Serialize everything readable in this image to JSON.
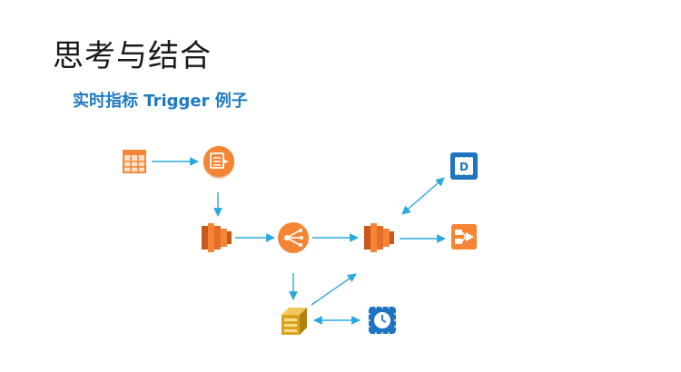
{
  "slide": {
    "title": "思考与结合",
    "subtitle": "实时指标 Trigger 例子"
  },
  "diagram": {
    "colors": {
      "arrow": "#29a8e0",
      "orange": "#f58534",
      "orange_dark": "#c9581c",
      "blue": "#1c74c2",
      "gold": "#d9a21f"
    },
    "nodes": [
      {
        "id": "table",
        "icon": "table-grid-icon"
      },
      {
        "id": "stream",
        "icon": "data-stream-icon"
      },
      {
        "id": "lambda1",
        "icon": "lambda-function-icon"
      },
      {
        "id": "fanout",
        "icon": "fanout-router-icon"
      },
      {
        "id": "lambda2",
        "icon": "lambda-function-icon"
      },
      {
        "id": "database",
        "icon": "database-chip-icon",
        "label": "D"
      },
      {
        "id": "step-output",
        "icon": "output-step-icon"
      },
      {
        "id": "analytics",
        "icon": "analytics-stack-icon"
      },
      {
        "id": "timer",
        "icon": "timer-chip-icon"
      }
    ],
    "edges": [
      {
        "from": "table",
        "to": "stream",
        "direction": "forward"
      },
      {
        "from": "stream",
        "to": "lambda1",
        "direction": "forward"
      },
      {
        "from": "lambda1",
        "to": "fanout",
        "direction": "forward"
      },
      {
        "from": "fanout",
        "to": "lambda2",
        "direction": "forward"
      },
      {
        "from": "fanout",
        "to": "analytics",
        "direction": "forward"
      },
      {
        "from": "analytics",
        "to": "lambda2",
        "direction": "forward"
      },
      {
        "from": "analytics",
        "to": "timer",
        "direction": "both"
      },
      {
        "from": "lambda2",
        "to": "database",
        "direction": "both"
      },
      {
        "from": "lambda2",
        "to": "step-output",
        "direction": "forward"
      }
    ]
  }
}
